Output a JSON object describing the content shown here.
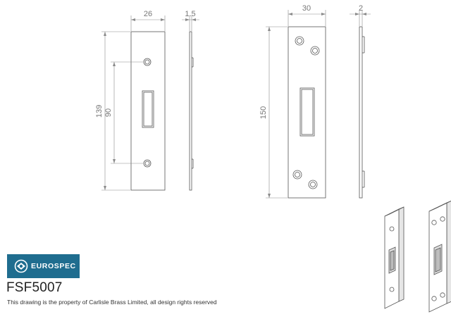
{
  "dimensions": {
    "left_plate_width": "26",
    "left_plate_thickness": "1.5",
    "left_plate_height": "139",
    "left_hole_spacing": "90",
    "right_plate_width": "30",
    "right_plate_thickness": "2",
    "right_plate_height": "150"
  },
  "brand": {
    "logo_text": "EUROSPEC",
    "logo_color": "#1f6d8f"
  },
  "product": {
    "code": "FSF5007",
    "copyright": "This drawing is the property of Carlisle Brass Limited, all design rights reserved"
  },
  "colors": {
    "line": "#555555",
    "dimension": "#8a8a8a"
  }
}
